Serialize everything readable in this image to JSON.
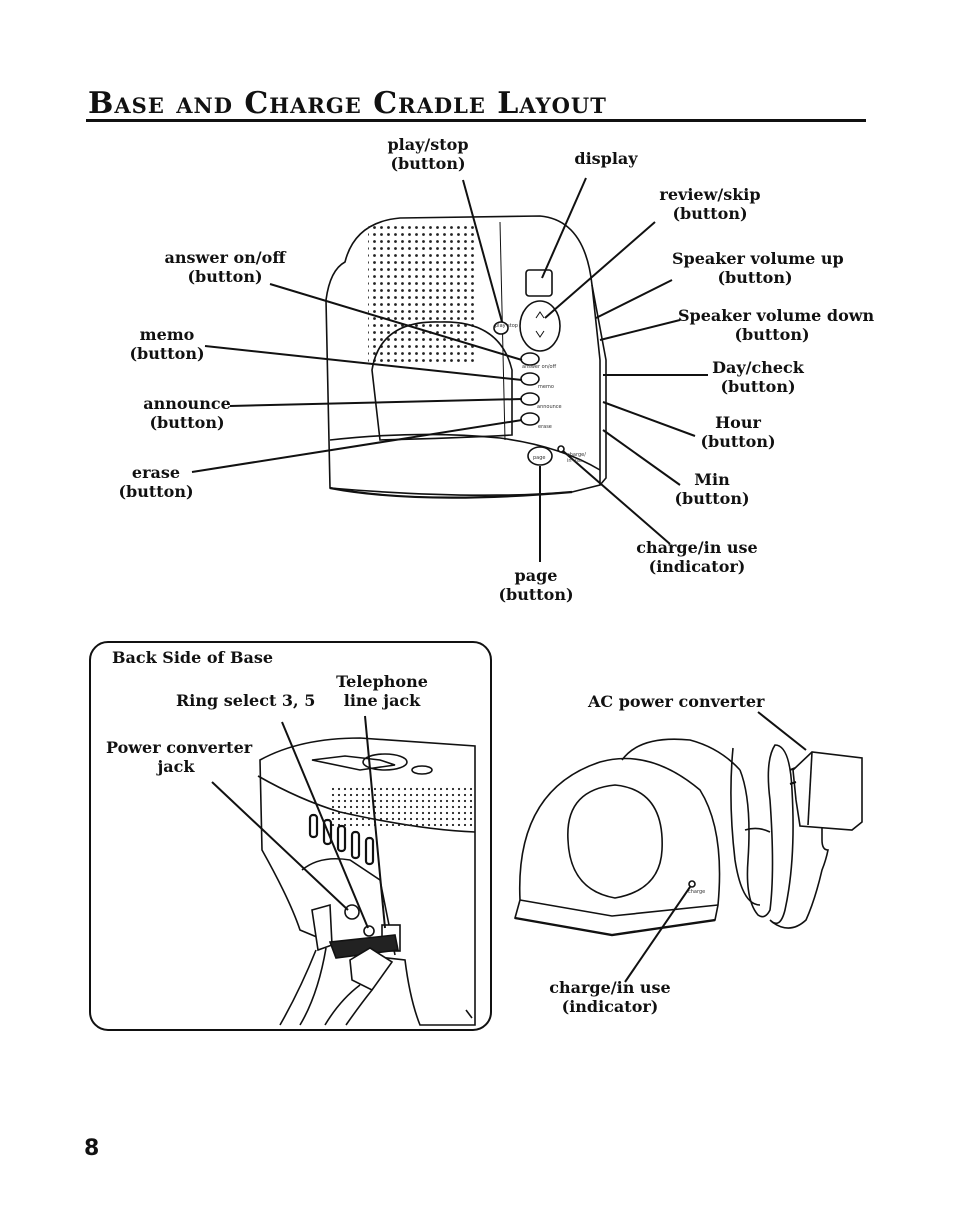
{
  "page": {
    "title": "Base and Charge Cradle Layout",
    "number": "8"
  },
  "base_labels": {
    "play_stop": [
      "play/stop",
      "(button)"
    ],
    "display": [
      "display"
    ],
    "review_skip": [
      "review/skip",
      "(button)"
    ],
    "answer_onoff": [
      "answer on/off",
      "(button)"
    ],
    "speaker_up": [
      "Speaker volume up",
      "(button)"
    ],
    "speaker_down": [
      "Speaker volume down",
      "(button)"
    ],
    "memo": [
      "memo",
      "(button)"
    ],
    "day_check": [
      "Day/check",
      "(button)"
    ],
    "announce": [
      "announce",
      "(button)"
    ],
    "hour": [
      "Hour",
      "(button)"
    ],
    "erase": [
      "erase",
      "(button)"
    ],
    "min": [
      "Min",
      "(button)"
    ],
    "charge_in_use": [
      "charge/in use",
      "(indicator)"
    ],
    "page": [
      "page",
      "(button)"
    ]
  },
  "device_text": {
    "answer_onoff": "answer on/off",
    "memo": "memo",
    "announce": "announce",
    "erase": "erase",
    "page": "page",
    "charge": "charge/ in use",
    "play_stop": "play stop",
    "cradle_charge": "charge"
  },
  "back_panel": {
    "heading": "Back Side of Base",
    "telephone_jack": [
      "Telephone",
      "line jack"
    ],
    "ring_select": [
      "Ring select 3, 5"
    ],
    "power_jack": [
      "Power converter",
      "jack"
    ]
  },
  "cradle_labels": {
    "ac_power": [
      "AC power converter"
    ],
    "charge_in_use": [
      "charge/in use",
      "(indicator)"
    ]
  }
}
